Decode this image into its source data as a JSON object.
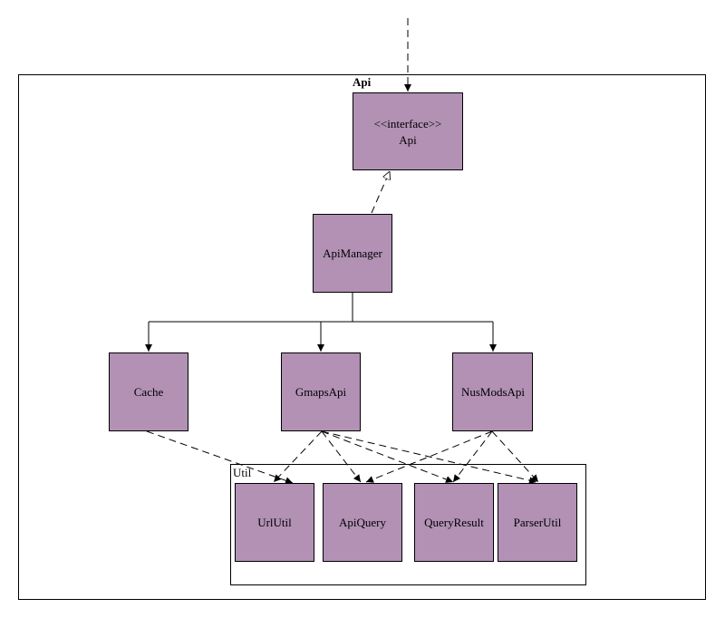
{
  "packages": {
    "api": {
      "label": "Api"
    },
    "util": {
      "label": "Util"
    }
  },
  "nodes": {
    "api_interface": {
      "stereotype": "<<interface>>",
      "label": "Api"
    },
    "api_manager": {
      "label": "ApiManager"
    },
    "cache": {
      "label": "Cache"
    },
    "gmaps_api": {
      "label": "GmapsApi"
    },
    "nusmods_api": {
      "label": "NusModsApi"
    },
    "url_util": {
      "label": "UrlUtil"
    },
    "api_query": {
      "label": "ApiQuery"
    },
    "query_result": {
      "label": "QueryResult"
    },
    "parser_util": {
      "label": "ParserUtil"
    }
  },
  "colors": {
    "node_fill": "#b291b5",
    "stroke": "#000000",
    "background": "#ffffff"
  }
}
